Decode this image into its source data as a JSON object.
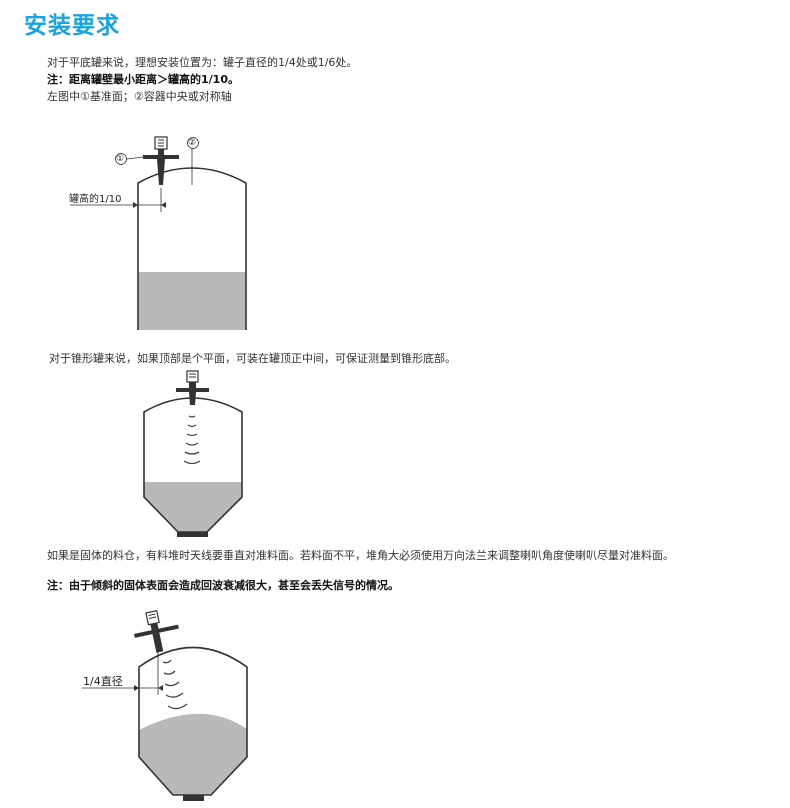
{
  "page": {
    "title": "安装要求",
    "para1": "对于平底罐来说，理想安装位置为：罐子直径的1/4处或1/6处。",
    "note1": "注：距离罐壁最小距离＞罐高的1/10。",
    "para2": "左图中①基准面；②容器中央或对称轴",
    "fig1": {
      "marker1": "①",
      "marker2": "②",
      "dimension_label": "罐高的1/10"
    },
    "para3": "对于锥形罐来说，如果顶部是个平面，可装在罐顶正中间，可保证测量到锥形底部。",
    "para4": "如果是固体的料仓，有料堆时天线要垂直对准料面。若料面不平，堆角大必须使用万向法兰来调整喇叭角度使喇叭尽量对准料面。",
    "note2": "注：由于倾斜的固体表面会造成回波衰减很大，甚至会丢失信号的情况。",
    "fig3": {
      "dimension_label": "1/4直径"
    }
  },
  "colors": {
    "title": "#1aa3dc",
    "liquid": "#b9b9b9",
    "outline": "#333333"
  }
}
